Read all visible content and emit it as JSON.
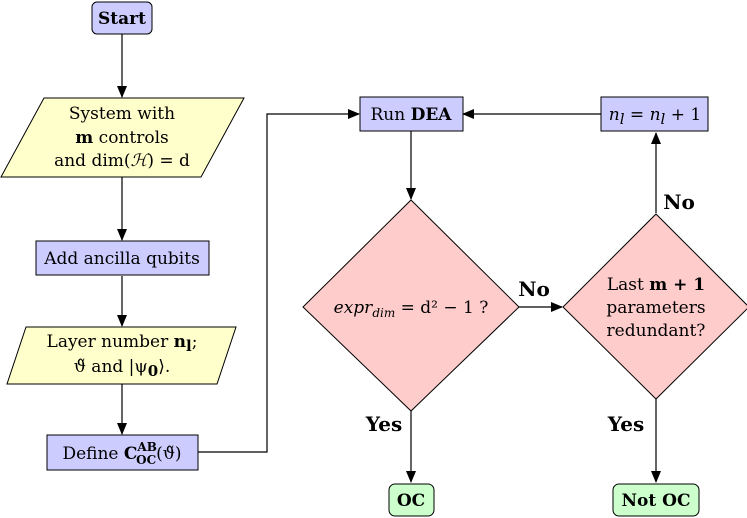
{
  "diagram": {
    "start": "Start",
    "system": {
      "line1": "System with",
      "line2_bold": "m",
      "line2_rest": " controls",
      "line3_pre": "and dim(",
      "line3_h": "ℋ",
      "line3_post": ") = d"
    },
    "ancilla": "Add ancilla qubits",
    "layer": {
      "line1_pre": "Layer number ",
      "line1_bold": "n",
      "line1_sub": "l",
      "line1_post": ";",
      "line2": "ϑ̃ and |ψ",
      "line2_sub": "0",
      "line2_post": "⟩."
    },
    "define": {
      "pre": "Define ",
      "c": "C",
      "sup": "AB",
      "sub": "OC",
      "post": "(ϑ̃)"
    },
    "run": {
      "pre": "Run ",
      "bold": "DEA"
    },
    "increment": {
      "n1": "n",
      "sub1": "l",
      "eq": " = ",
      "n2": "n",
      "sub2": "l",
      "rest": " + 1"
    },
    "decision1": {
      "expr": "expr",
      "sub": "dim",
      "rest": " = d² − 1 ?"
    },
    "decision2": {
      "line1_pre": "Last ",
      "line1_bold": "m + 1",
      "line2": "parameters",
      "line3": "redundant?"
    },
    "edge_labels": {
      "no_right": "No",
      "no_up": "No",
      "yes_left": "Yes",
      "yes_right": "Yes"
    },
    "oc": "OC",
    "not_oc": "Not OC",
    "colors": {
      "process": "#ccccff",
      "io": "#ffffcc",
      "decision": "#ffcccc",
      "terminal": "#ccffcc"
    }
  }
}
